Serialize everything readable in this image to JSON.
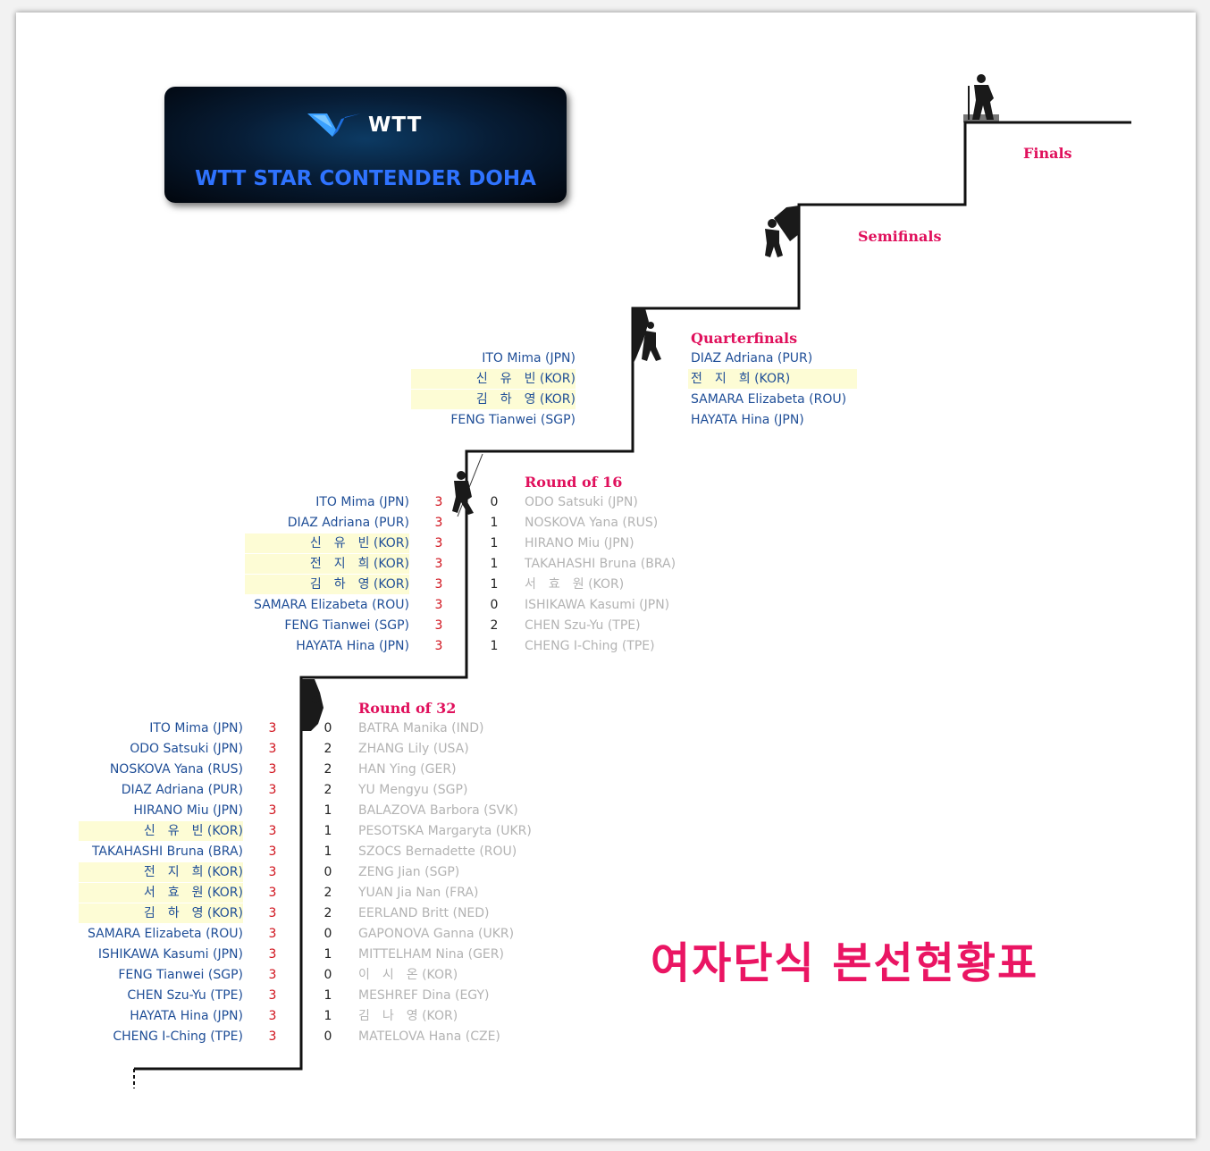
{
  "banner": {
    "logo_text": "WTT",
    "title": "WTT STAR CONTENDER DOHA"
  },
  "page_title": "여자단식 본선현황표",
  "rounds": {
    "finals": {
      "title": "Finals"
    },
    "semifinals": {
      "title": "Semifinals"
    },
    "quarterfinals": {
      "title": "Quarterfinals",
      "left": [
        "ITO Mima (JPN)",
        "신　유　빈 (KOR)",
        "김　하　영 (KOR)",
        "FENG Tianwei (SGP)"
      ],
      "right": [
        "DIAZ Adriana (PUR)",
        "전　지　희 (KOR)",
        "SAMARA Elizabeta (ROU)",
        "HAYATA Hina (JPN)"
      ]
    },
    "round_of_16": {
      "title": "Round of 16",
      "matches": [
        {
          "winner": "ITO Mima (JPN)",
          "ws": "3",
          "ls": "0",
          "loser": "ODO Satsuki (JPN)"
        },
        {
          "winner": "DIAZ Adriana (PUR)",
          "ws": "3",
          "ls": "1",
          "loser": "NOSKOVA Yana (RUS)"
        },
        {
          "winner": "신　유　빈 (KOR)",
          "ws": "3",
          "ls": "1",
          "loser": "HIRANO Miu (JPN)"
        },
        {
          "winner": "전　지　희 (KOR)",
          "ws": "3",
          "ls": "1",
          "loser": "TAKAHASHI Bruna (BRA)"
        },
        {
          "winner": "김　하　영 (KOR)",
          "ws": "3",
          "ls": "1",
          "loser": "서　효　원 (KOR)"
        },
        {
          "winner": "SAMARA Elizabeta (ROU)",
          "ws": "3",
          "ls": "0",
          "loser": "ISHIKAWA Kasumi (JPN)"
        },
        {
          "winner": "FENG Tianwei (SGP)",
          "ws": "3",
          "ls": "2",
          "loser": "CHEN Szu-Yu (TPE)"
        },
        {
          "winner": "HAYATA Hina (JPN)",
          "ws": "3",
          "ls": "1",
          "loser": "CHENG I-Ching (TPE)"
        }
      ]
    },
    "round_of_32": {
      "title": "Round of 32",
      "matches": [
        {
          "winner": "ITO Mima (JPN)",
          "ws": "3",
          "ls": "0",
          "loser": "BATRA Manika (IND)"
        },
        {
          "winner": "ODO Satsuki (JPN)",
          "ws": "3",
          "ls": "2",
          "loser": "ZHANG Lily (USA)"
        },
        {
          "winner": "NOSKOVA Yana (RUS)",
          "ws": "3",
          "ls": "2",
          "loser": "HAN Ying (GER)"
        },
        {
          "winner": "DIAZ Adriana (PUR)",
          "ws": "3",
          "ls": "2",
          "loser": "YU Mengyu (SGP)"
        },
        {
          "winner": "HIRANO Miu (JPN)",
          "ws": "3",
          "ls": "1",
          "loser": "BALAZOVA Barbora (SVK)"
        },
        {
          "winner": "신　유　빈 (KOR)",
          "ws": "3",
          "ls": "1",
          "loser": "PESOTSKA Margaryta (UKR)"
        },
        {
          "winner": "TAKAHASHI Bruna (BRA)",
          "ws": "3",
          "ls": "1",
          "loser": "SZOCS Bernadette (ROU)"
        },
        {
          "winner": "전　지　희 (KOR)",
          "ws": "3",
          "ls": "0",
          "loser": "ZENG Jian (SGP)"
        },
        {
          "winner": "서　효　원 (KOR)",
          "ws": "3",
          "ls": "2",
          "loser": "YUAN Jia Nan (FRA)"
        },
        {
          "winner": "김　하　영 (KOR)",
          "ws": "3",
          "ls": "2",
          "loser": "EERLAND Britt (NED)"
        },
        {
          "winner": "SAMARA Elizabeta (ROU)",
          "ws": "3",
          "ls": "0",
          "loser": "GAPONOVA Ganna (UKR)"
        },
        {
          "winner": "ISHIKAWA Kasumi (JPN)",
          "ws": "3",
          "ls": "1",
          "loser": "MITTELHAM Nina (GER)"
        },
        {
          "winner": "FENG Tianwei (SGP)",
          "ws": "3",
          "ls": "0",
          "loser": "이　시　온 (KOR)"
        },
        {
          "winner": "CHEN Szu-Yu (TPE)",
          "ws": "3",
          "ls": "1",
          "loser": "MESHREF Dina (EGY)"
        },
        {
          "winner": "HAYATA Hina (JPN)",
          "ws": "3",
          "ls": "1",
          "loser": "김　나　영 (KOR)"
        },
        {
          "winner": "CHENG I-Ching (TPE)",
          "ws": "3",
          "ls": "0",
          "loser": "MATELOVA Hana (CZE)"
        }
      ]
    }
  },
  "colors": {
    "title_pink": "#e0105c",
    "winner_blue": "#1f4e97",
    "winner_score_red": "#d0101a",
    "loser_gray": "#b3b3b3",
    "korean_highlight": "#fdfcd5"
  },
  "icons": [
    "climber-silhouette-icon",
    "wtt-logo-icon"
  ]
}
